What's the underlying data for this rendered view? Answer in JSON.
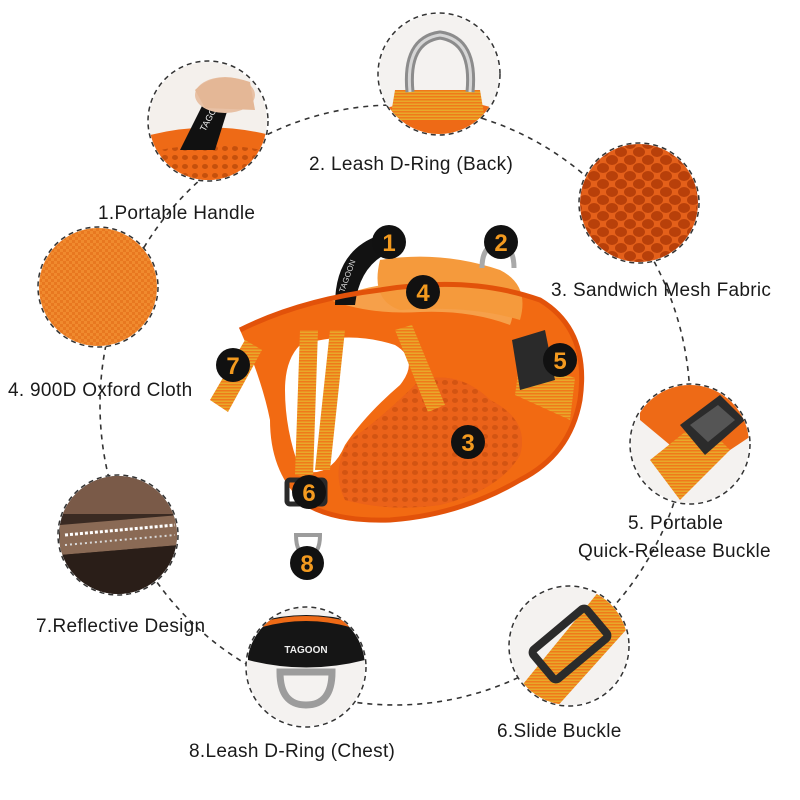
{
  "brand": "TAGOON",
  "colors": {
    "orange": "#f26a12",
    "orange_light": "#f59a3c",
    "orange_dark": "#c84f06",
    "yellow_stripe": "#e8c22a",
    "black": "#111111",
    "metal": "#a9a9a9",
    "badge_text": "#f39a1f"
  },
  "features": [
    {
      "number": "1",
      "label": "1.Portable Handle",
      "icon": "portable-handle-closeup"
    },
    {
      "number": "2",
      "label": "2. Leash D-Ring (Back)",
      "icon": "back-d-ring-closeup"
    },
    {
      "number": "3",
      "label": "3. Sandwich Mesh Fabric",
      "icon": "mesh-fabric-closeup"
    },
    {
      "number": "4",
      "label": "4. 900D Oxford Cloth",
      "icon": "oxford-cloth-closeup"
    },
    {
      "number": "5",
      "label_line1": "5. Portable",
      "label_line2": "Quick-Release Buckle",
      "icon": "quick-release-buckle-closeup"
    },
    {
      "number": "6",
      "label": "6.Slide Buckle",
      "icon": "slide-buckle-closeup"
    },
    {
      "number": "7",
      "label": "7.Reflective Design",
      "icon": "reflective-strip-closeup"
    },
    {
      "number": "8",
      "label": "8.Leash D-Ring (Chest)",
      "icon": "chest-d-ring-closeup"
    }
  ]
}
